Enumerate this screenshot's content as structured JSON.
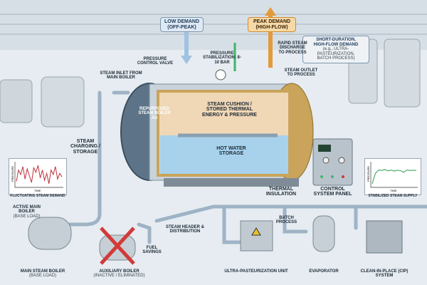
{
  "callouts": {
    "low_demand": {
      "line1": "LOW DEMAND",
      "line2": "(OFF-PEAK)"
    },
    "peak_demand": {
      "line1": "PEAK DEMAND",
      "line2": "(HIGH-FLOW)"
    },
    "short_duration": {
      "line1": "SHORT-DURATION,",
      "line2": "HIGH-FLOW DEMAND",
      "line3": "(e.g., ULTRA-PASTEURIZATION,",
      "line4": "BATCH PROCESS)"
    }
  },
  "labels": {
    "pressure_control_valve": "PRESSURE CONTROL VALVE",
    "pressure_stabilization": "PRESSURE STABILIZATION: 8-10 BAR",
    "rapid_discharge": "RAPID STEAM DISCHARGE TO PROCESS",
    "steam_outlet": "STEAM OUTLET TO PROCESS",
    "steam_inlet": "STEAM INLET FROM MAIN BOILER",
    "repurposed_boiler": "REPURPOSED STEAM BOILER AS",
    "steam_cushion": "STEAM CUSHION / STORED THERMAL ENERGY & PRESSURE",
    "hot_water": "HOT WATER STORAGE",
    "steam_charging": "STEAM CHARGING / STORAGE",
    "thermal_insulation": "THERMAL INSULATION",
    "control_panel": "CONTROL SYSTEM PANEL",
    "active_main_boiler": "ACTIVE MAIN BOILER",
    "active_main_boiler_sub": "(BASE LOAD)",
    "main_steam_boiler": "MAIN STEAM BOILER",
    "main_steam_boiler_sub": "(BASE LOAD)",
    "auxiliary_boiler": "AUXILIARY BOILER",
    "auxiliary_boiler_sub": "(INACTIVE / ELIMINATED)",
    "fuel_savings": "FUEL SAVINGS",
    "steam_header": "STEAM HEADER & DISTRIBUTION",
    "batch_process": "BATCH PROCESS",
    "uht_unit": "ULTRA-PASTEURIZATION UNIT",
    "evaporator": "EVAPORATOR",
    "cip": "CLEAN-IN-PLACE (CIP) SYSTEM"
  },
  "mini_charts": {
    "fluctuating": {
      "title": "FLUCTUATING STEAM DEMAND",
      "ylabel": "PRESSURE",
      "xlabel": "TIME",
      "values": [
        0.2,
        0.7,
        0.5,
        0.85,
        0.3,
        0.75,
        0.45,
        0.15,
        0.8,
        0.6,
        0.9,
        0.35,
        0.7,
        0.25,
        0.55,
        0.1,
        0.7,
        0.5,
        0.85,
        0.3,
        0.55,
        0.4
      ]
    },
    "stabilized": {
      "title": "STABILIZED STEAM SUPPLY",
      "ylabel": "PRESSURE",
      "xlabel": "TIME",
      "values": [
        0.1,
        0.55,
        0.7,
        0.68,
        0.72,
        0.66,
        0.7,
        0.65,
        0.69,
        0.67,
        0.6,
        0.7,
        0.68,
        0.69,
        0.68
      ]
    }
  },
  "colors": {
    "steam_line": "#9fc3e0",
    "peak": "#e39a3a",
    "green": "#3fb56a",
    "red_x": "#d23a3a",
    "chart_line": "#c0303a",
    "stable_line": "#2e9a4e"
  }
}
